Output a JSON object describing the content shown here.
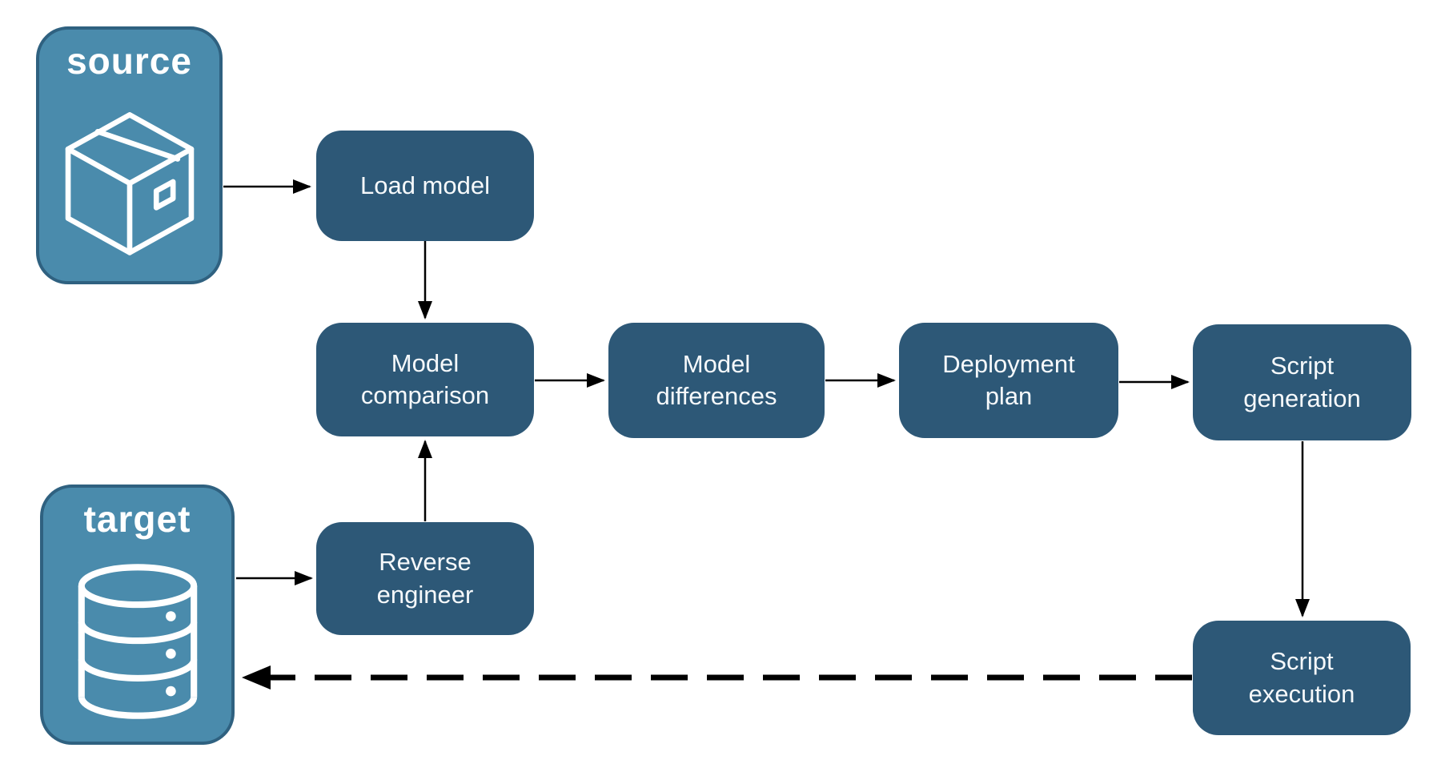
{
  "diagram": {
    "source": {
      "label": "source",
      "icon": "package-icon"
    },
    "target": {
      "label": "target",
      "icon": "database-icon"
    },
    "steps": {
      "load_model": {
        "label": "Load model"
      },
      "model_comparison": {
        "label": "Model comparison"
      },
      "model_differences": {
        "label": "Model differences"
      },
      "deployment_plan": {
        "label": "Deployment plan"
      },
      "script_generation": {
        "label": "Script generation"
      },
      "reverse_engineer": {
        "label": "Reverse engineer"
      },
      "script_execution": {
        "label": "Script execution"
      }
    },
    "colors": {
      "step_fill": "#2d5877",
      "endpoint_fill": "#4a8bac",
      "endpoint_border": "#2f6180",
      "text": "#ffffff",
      "arrow": "#000000",
      "background": "#ffffff"
    }
  }
}
